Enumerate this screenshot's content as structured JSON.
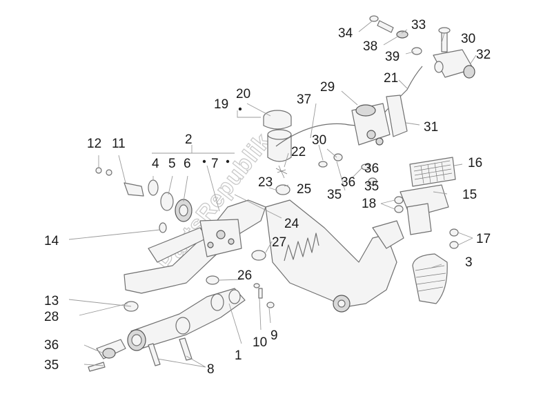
{
  "diagram": {
    "callouts": {
      "c1": "1",
      "c2": "2",
      "c3": "3",
      "c4": "4",
      "c5": "5",
      "c6": "6",
      "c7": "7",
      "c8": "8",
      "c9": "9",
      "c10": "10",
      "c11": "11",
      "c12": "12",
      "c13": "13",
      "c14": "14",
      "c15": "15",
      "c16": "16",
      "c17": "17",
      "c18": "18",
      "c19": "19",
      "c20": "20",
      "c21": "21",
      "c22": "22",
      "c23": "23",
      "c24": "24",
      "c25": "25",
      "c26": "26",
      "c27": "27",
      "c28": "28",
      "c29": "29",
      "c30a": "30",
      "c30b": "30",
      "c31": "31",
      "c32": "32",
      "c33": "33",
      "c34": "34",
      "c35a": "35",
      "c35b": "35",
      "c35c": "35",
      "c36a": "36",
      "c36b": "36",
      "c36c": "36",
      "c37": "37",
      "c38": "38",
      "c39": "39"
    },
    "watermark": "PartsRepublik",
    "colors": {
      "line": "#6f6f6f",
      "text": "#1a1a1a",
      "watermark": "#c9c9c9"
    }
  }
}
